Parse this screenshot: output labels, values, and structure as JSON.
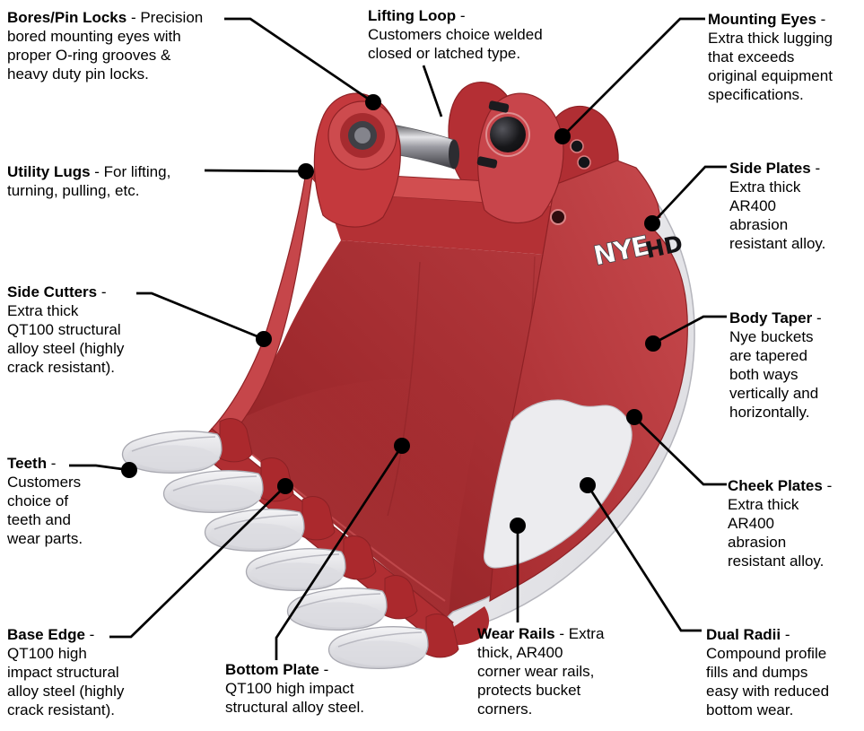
{
  "figure": {
    "subject": "Heavy duty excavator bucket feature diagram",
    "background": "#ffffff"
  },
  "logo": {
    "brand": "NYE",
    "suffix": "HD"
  },
  "colors": {
    "bucket_red": "#bf3438",
    "bucket_red_dark": "#9c2529",
    "wear_part_gray": "#e8e8ec",
    "leader_line": "#000000",
    "text": "#000000",
    "background": "#ffffff"
  },
  "callouts": {
    "bores_pin_locks": {
      "title": "Bores/Pin Locks",
      "desc": " - Precision\nbored mounting eyes with\nproper O-ring grooves &\nheavy duty pin locks."
    },
    "lifting_loop": {
      "title": "Lifting Loop",
      "desc": " -\nCustomers choice welded\nclosed or latched type."
    },
    "mounting_eyes": {
      "title": "Mounting Eyes",
      "desc": " -\nExtra thick lugging\nthat exceeds\noriginal equipment\nspecifications."
    },
    "utility_lugs": {
      "title": "Utility Lugs",
      "desc": " - For lifting,\nturning, pulling, etc."
    },
    "side_plates": {
      "title": "Side Plates",
      "desc": " -\nExtra thick\nAR400\nabrasion\nresistant alloy."
    },
    "side_cutters": {
      "title": "Side Cutters",
      "desc": " -\nExtra thick\nQT100 structural\nalloy steel (highly\ncrack resistant)."
    },
    "body_taper": {
      "title": "Body Taper",
      "desc": " -\nNye buckets\nare tapered\nboth ways\nvertically and\nhorizontally."
    },
    "teeth": {
      "title": "Teeth",
      "desc": " -\nCustomers\nchoice of\nteeth and\nwear parts."
    },
    "cheek_plates": {
      "title": "Cheek Plates",
      "desc": " -\nExtra thick\nAR400\nabrasion\nresistant alloy."
    },
    "base_edge": {
      "title": "Base Edge",
      "desc": " -\nQT100 high\nimpact structural\nalloy steel (highly\ncrack resistant)."
    },
    "bottom_plate": {
      "title": "Bottom Plate",
      "desc": " -\nQT100 high impact\nstructural alloy steel."
    },
    "wear_rails": {
      "title": "Wear Rails",
      "desc": " - Extra\nthick, AR400\ncorner wear rails,\nprotects bucket\ncorners."
    },
    "dual_radii": {
      "title": "Dual Radii",
      "desc": " -\nCompound profile\nfills and dumps\neasy with reduced\nbottom wear."
    }
  }
}
